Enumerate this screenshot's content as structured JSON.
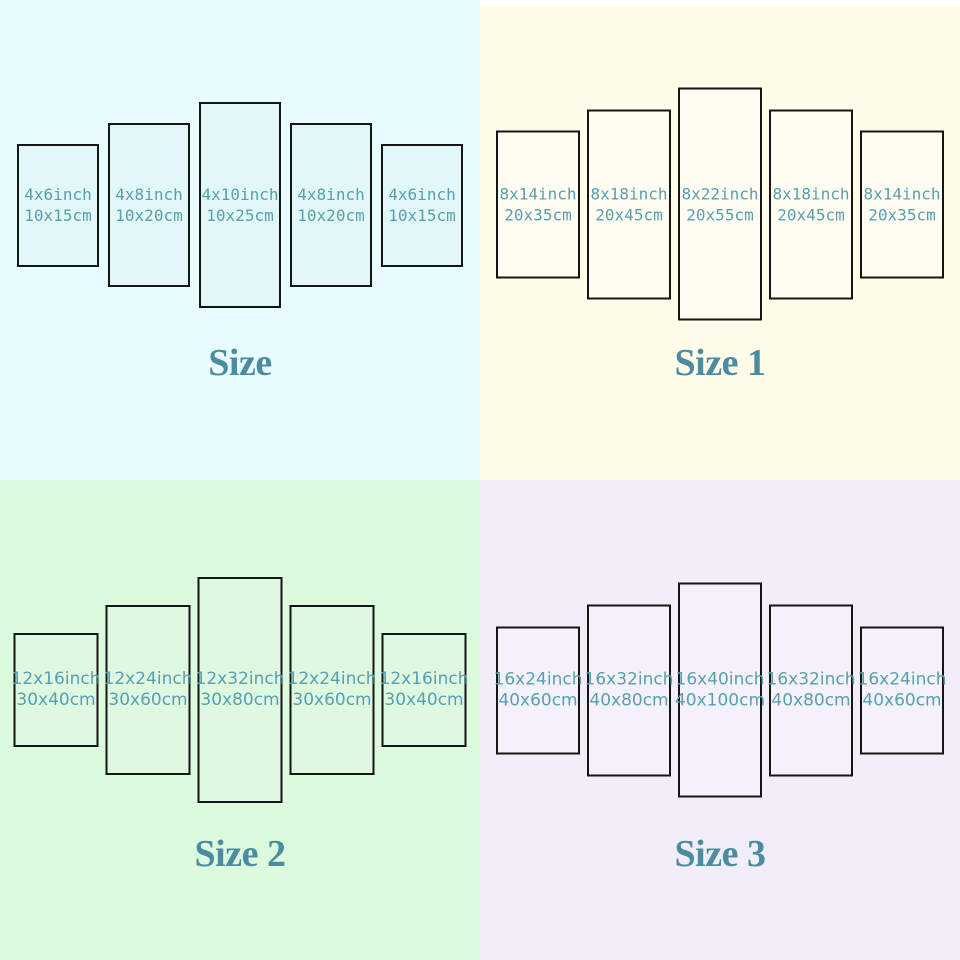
{
  "colors": {
    "quadrant_backgrounds": [
      "#e7fdff",
      "#fffdea",
      "#dcfadd",
      "#f2eef9"
    ],
    "panel_fills": [
      "#e1f7f8",
      "#fffdf1",
      "#def9e0",
      "#f5f1fb"
    ],
    "panel_border": "#151515",
    "label_text": "#58a0b0",
    "title_text": "#4c8ca0",
    "top_strip": "#ffffff"
  },
  "quadrants": [
    {
      "title": "Size",
      "panels": [
        {
          "line1": "4x6inch",
          "line2": "10x15cm"
        },
        {
          "line1": "4x8inch",
          "line2": "10x20cm"
        },
        {
          "line1": "4x10inch",
          "line2": "10x25cm"
        },
        {
          "line1": "4x8inch",
          "line2": "10x20cm"
        },
        {
          "line1": "4x6inch",
          "line2": "10x15cm"
        }
      ]
    },
    {
      "title": "Size 1",
      "panels": [
        {
          "line1": "8x14inch",
          "line2": "20x35cm"
        },
        {
          "line1": "8x18inch",
          "line2": "20x45cm"
        },
        {
          "line1": "8x22inch",
          "line2": "20x55cm"
        },
        {
          "line1": "8x18inch",
          "line2": "20x45cm"
        },
        {
          "line1": "8x14inch",
          "line2": "20x35cm"
        }
      ]
    },
    {
      "title": "Size 2",
      "panels": [
        {
          "line1": "12x16inch",
          "line2": "30x40cm"
        },
        {
          "line1": "12x24inch",
          "line2": "30x60cm"
        },
        {
          "line1": "12x32inch",
          "line2": "30x80cm"
        },
        {
          "line1": "12x24inch",
          "line2": "30x60cm"
        },
        {
          "line1": "12x16inch",
          "line2": "30x40cm"
        }
      ]
    },
    {
      "title": "Size 3",
      "panels": [
        {
          "line1": "16x24inch",
          "line2": "40x60cm"
        },
        {
          "line1": "16x32inch",
          "line2": "40x80cm"
        },
        {
          "line1": "16x40inch",
          "line2": "40x100cm"
        },
        {
          "line1": "16x32inch",
          "line2": "40x80cm"
        },
        {
          "line1": "16x24inch",
          "line2": "40x60cm"
        }
      ]
    }
  ]
}
